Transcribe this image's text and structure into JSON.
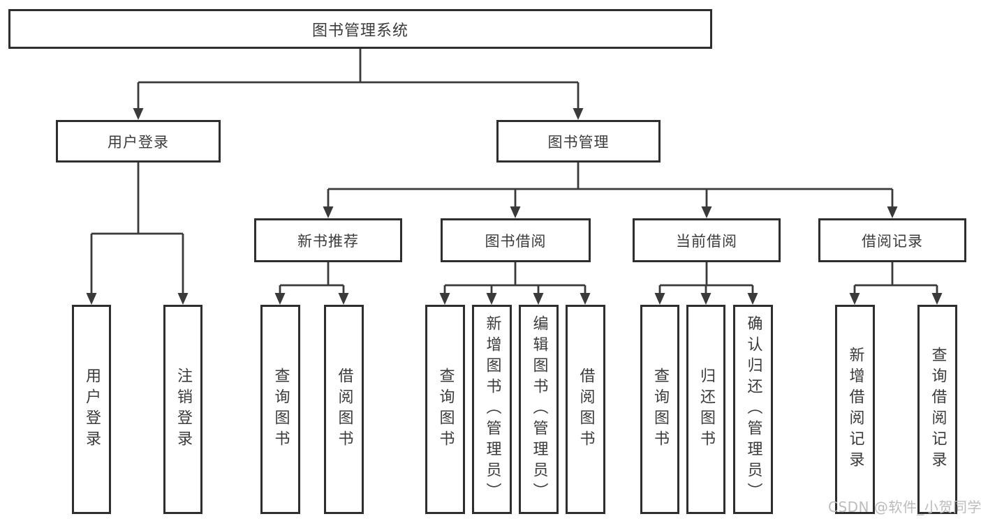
{
  "diagram": {
    "root": {
      "label": "图书管理系统"
    },
    "user_login": {
      "label": "用户登录",
      "children": [
        {
          "label": "用户登录"
        },
        {
          "label": "注销登录"
        }
      ]
    },
    "book_management": {
      "label": "图书管理",
      "sections": [
        {
          "label": "新书推荐",
          "children": [
            {
              "label": "查询图书"
            },
            {
              "label": "借阅图书"
            }
          ]
        },
        {
          "label": "图书借阅",
          "children": [
            {
              "label": "查询图书"
            },
            {
              "label": "新增图书（管理员）"
            },
            {
              "label": "编辑图书（管理员）"
            },
            {
              "label": "借阅图书"
            }
          ]
        },
        {
          "label": "当前借阅",
          "children": [
            {
              "label": "查询图书"
            },
            {
              "label": "归还图书"
            },
            {
              "label": "确认归还（管理员）"
            }
          ]
        },
        {
          "label": "借阅记录",
          "children": [
            {
              "label": "新增借阅记录"
            },
            {
              "label": "查询借阅记录"
            }
          ]
        }
      ]
    },
    "watermark": "CSDN @软件_小贺同学",
    "colors": {
      "line": "#3a3a3a",
      "box_border": "#2e2e2e",
      "text": "#3b3b3b",
      "watermark": "#bcbcbc",
      "background": "#ffffff"
    }
  }
}
